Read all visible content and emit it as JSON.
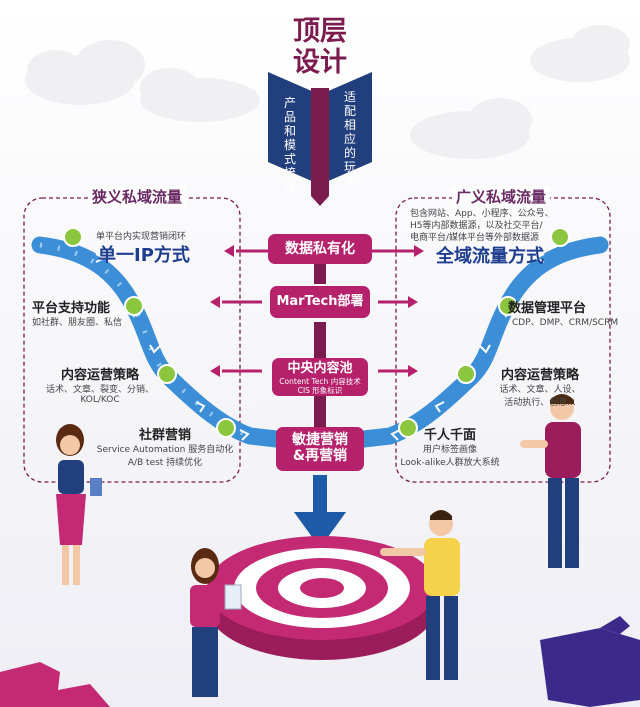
{
  "title": {
    "line1": "顶层",
    "line2": "设计"
  },
  "banners": {
    "left": "产品和模式梳理",
    "right": "适配相应的玩法"
  },
  "left_panel": {
    "title": "狭义私域流量",
    "intro": "单平台内实现营销闭环",
    "main_label": "单一IP方式",
    "item1": {
      "title": "平台支持功能",
      "desc": "如社群、朋友圈、私信"
    },
    "item2": {
      "title": "内容运营策略",
      "desc1": "话术、文章、裂变、分销、",
      "desc2": "KOL/KOC"
    },
    "item3": {
      "title": "社群营销",
      "desc1": "Service Automation 服务自动化",
      "desc2": "A/B test 持续优化"
    }
  },
  "right_panel": {
    "title": "广义私域流量",
    "intro1": "包含网站、App、小程序、公众号、",
    "intro2": "H5等内部数据源，以及社交平台/",
    "intro3": "电商平台/媒体平台等外部数据源",
    "main_label": "全域流量方式",
    "item1": {
      "title": "数据管理平台",
      "desc": "CDP、DMP、CRM/SCRM"
    },
    "item2": {
      "title": "内容运营策略",
      "desc1": "话术、文章、人设、",
      "desc2": "活动执行、创意..."
    },
    "item3": {
      "title": "千人千面",
      "desc1": "用户标签画像",
      "desc2": "Look-alike人群放大系统"
    }
  },
  "center_steps": [
    {
      "label": "数据私有化"
    },
    {
      "label": "MarTech部署"
    },
    {
      "label": "中央内容池",
      "sub1": "Content Tech 内容技术",
      "sub2": "CIS 形象标识"
    },
    {
      "label1": "敏捷营销",
      "label2": "&再营销"
    }
  ],
  "colors": {
    "magenta": "#b5226b",
    "title": "#7b1b4e",
    "section": "#6a2a63",
    "blue_text": "#1e3d8f",
    "arrow_blue": "#3c8fd6",
    "dot_green": "#8cc63f",
    "banner": "#213e7d",
    "target": "#b5226b"
  },
  "icons": [
    "arrow-left-icon",
    "arrow-right-icon",
    "target-icon",
    "puzzle-icon",
    "person-icon",
    "cloud-icon"
  ]
}
